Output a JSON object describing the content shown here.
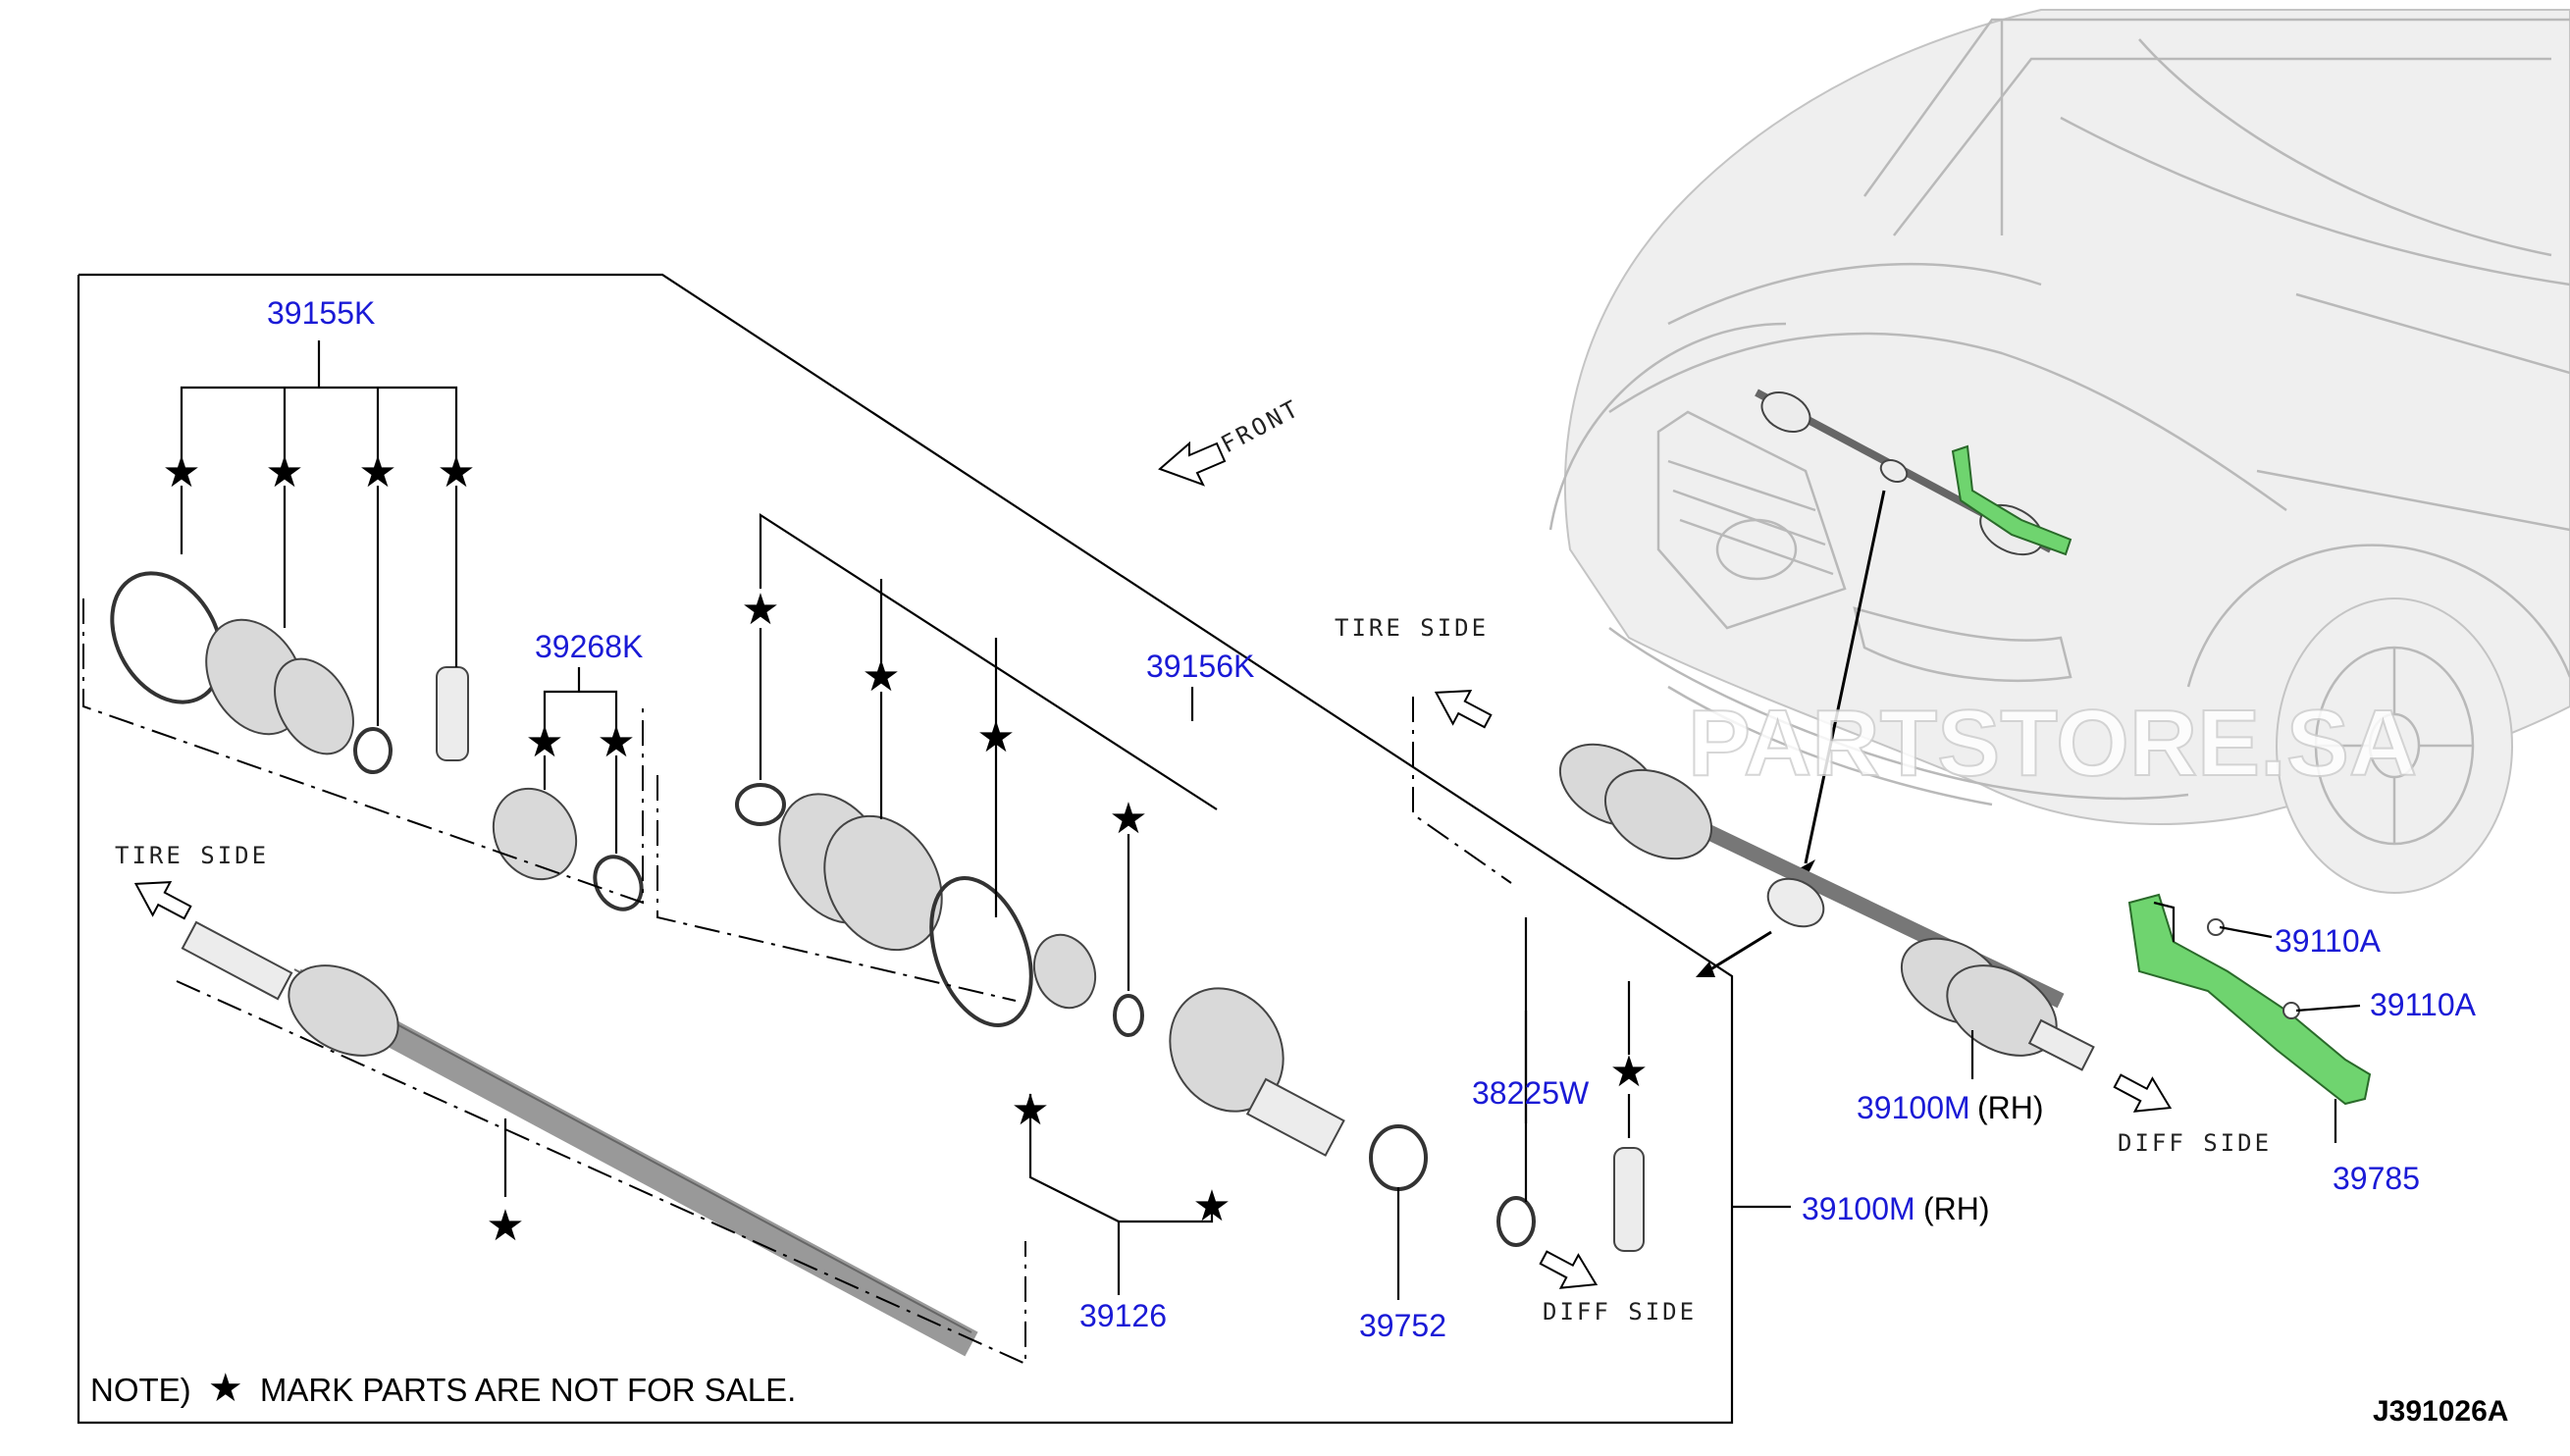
{
  "parts": {
    "p39155k": "39155K",
    "p39268k": "39268K",
    "p39156k": "39156K",
    "p38225w": "38225W",
    "p39126": "39126",
    "p39752": "39752",
    "p39100m_exploded": "39100M",
    "p39100m_exploded_side": "(RH)",
    "p39100m_car": "39100M",
    "p39100m_car_side": "(RH)",
    "p39110a_1": "39110A",
    "p39110a_2": "39110A",
    "p39785": "39785"
  },
  "labels": {
    "front": "FRONT",
    "tire_side_upper": "TIRE SIDE",
    "tire_side_left": "TIRE SIDE",
    "diff_side_exploded": "DIFF SIDE",
    "diff_side_car": "DIFF SIDE"
  },
  "note": {
    "prefix": "NOTE)",
    "star": "★",
    "text": "MARK PARTS ARE NOT FOR SALE."
  },
  "star_symbol": "★",
  "diagram_code": "J391026A",
  "watermark": "PARTSTORE.SA",
  "colors": {
    "part_number": "#1a1ad6",
    "bracket_highlight": "#6fd46f"
  }
}
